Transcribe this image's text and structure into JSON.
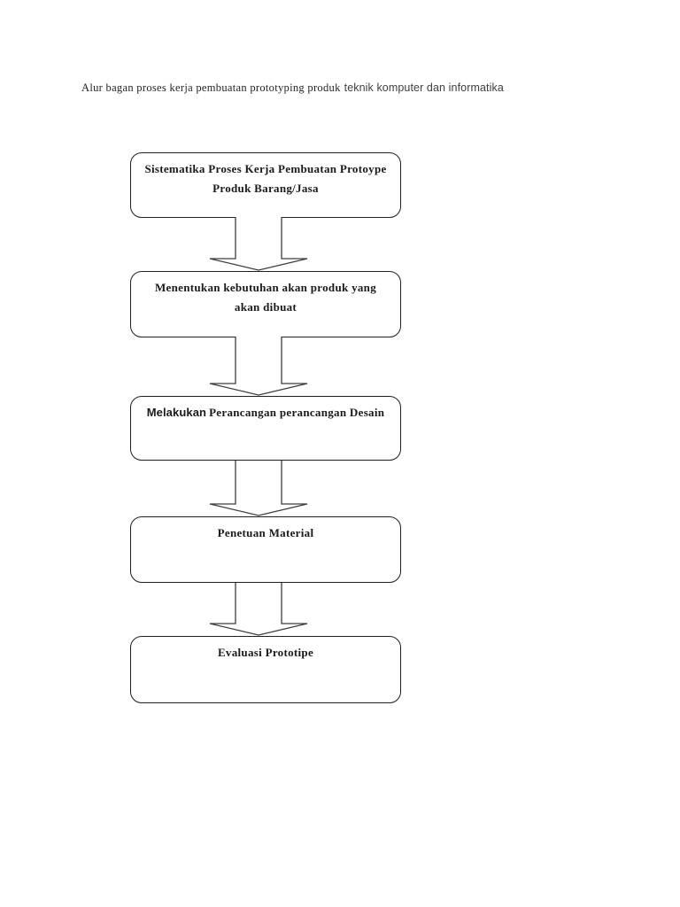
{
  "header": {
    "title_main": "Alur bagan proses kerja pembuatan prototyping produk",
    "title_suffix": "teknik komputer dan informatika"
  },
  "flowchart": {
    "connector": "down-block-arrow",
    "nodes": [
      {
        "line1": "Sistematika Proses Kerja Pembuatan Protoype",
        "line2": "Produk Barang/Jasa"
      },
      {
        "line1": "Menentukan kebutuhan akan produk yang",
        "line2": "akan dibuat"
      },
      {
        "line1_word_sans": "Melakukan",
        "line1_rest": "Perancangan perancangan Desain"
      },
      {
        "line1": "Penetuan Material"
      },
      {
        "line1": "Evaluasi Prototipe"
      }
    ]
  },
  "colors": {
    "page_background": "#ffffff",
    "box_border": "#1e1e1e",
    "box_fill": "#ffffff",
    "text": "#1a1a1a",
    "title_text": "#242424",
    "arrow_outline": "#3d3d3d"
  }
}
